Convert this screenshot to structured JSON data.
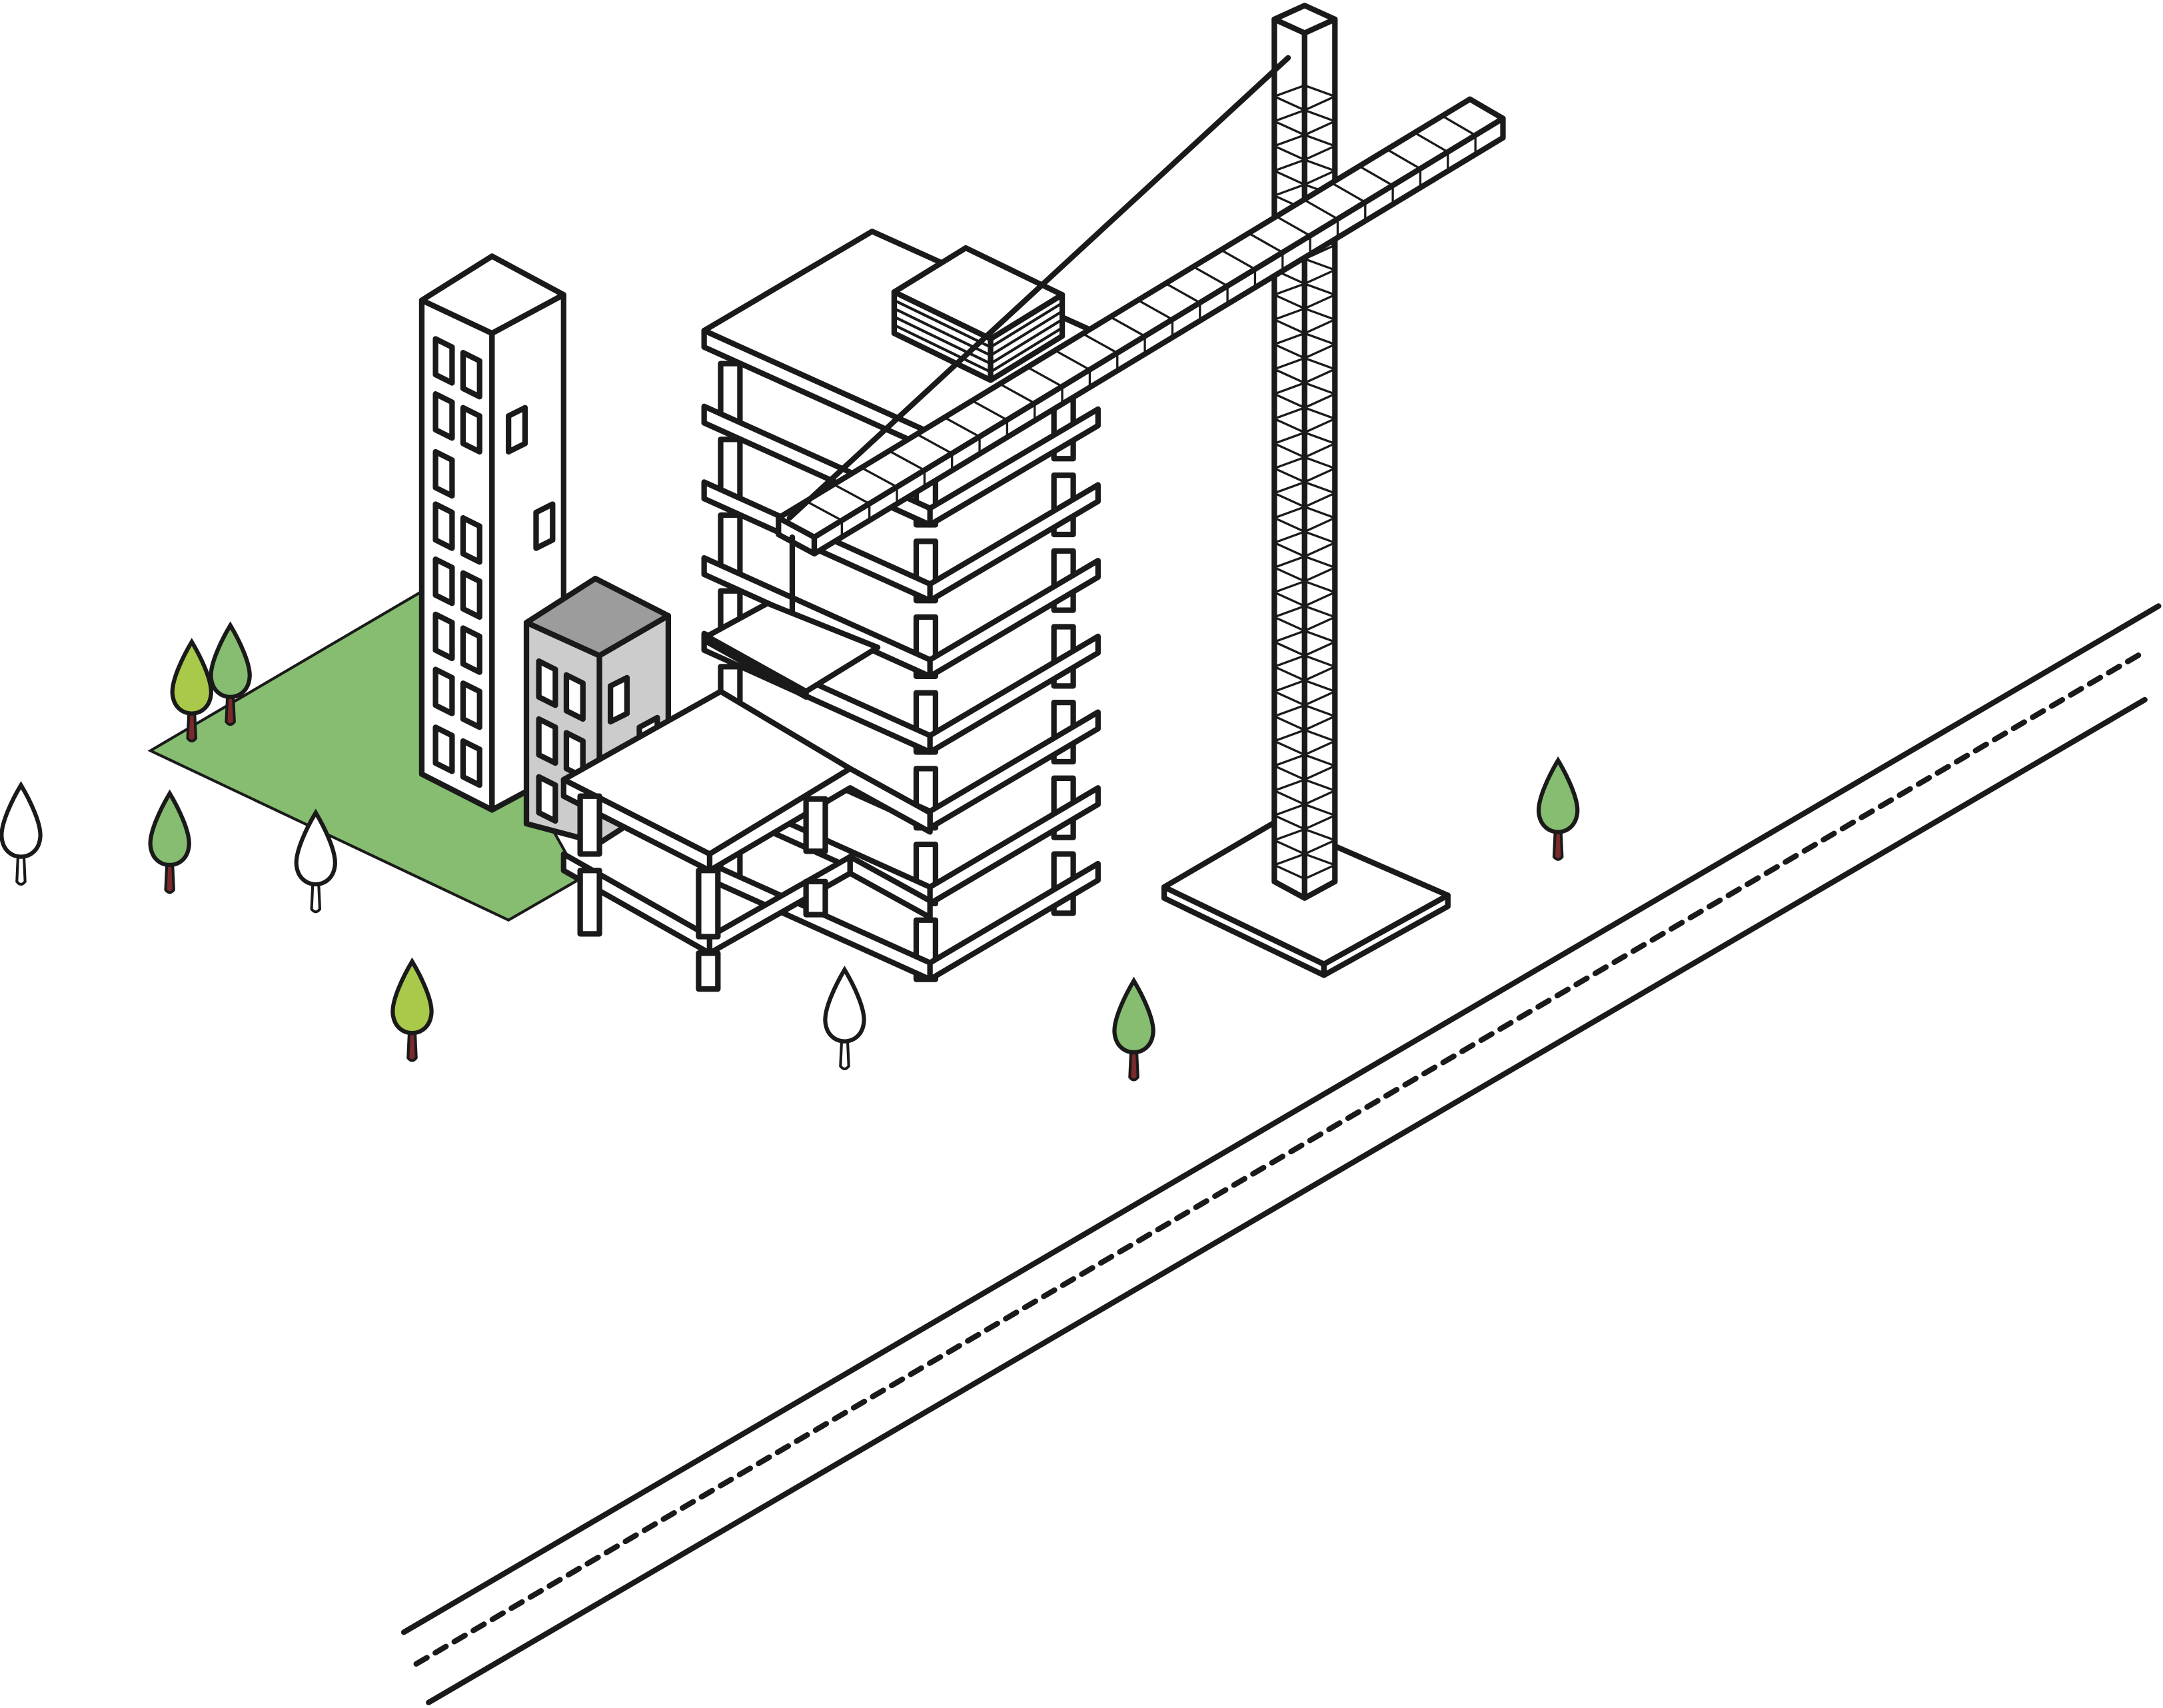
{
  "colors": {
    "line": "#1a1a1a",
    "background": "#ffffff",
    "lawn": "#86bd70",
    "tree_green": "#86bd70",
    "tree_lime": "#a9c94a",
    "tree_white": "#ffffff",
    "trunk": "#7a2a2a",
    "small_building_roof": "#9c9c9c",
    "small_building_wall": "#cccccc"
  },
  "icons": [
    "tree-icon",
    "crane-icon",
    "building-icon",
    "road-icon"
  ],
  "trees": [
    {
      "color": "lime"
    },
    {
      "color": "green"
    },
    {
      "color": "white"
    },
    {
      "color": "green"
    },
    {
      "color": "white"
    },
    {
      "color": "lime"
    },
    {
      "color": "white"
    },
    {
      "color": "green"
    },
    {
      "color": "green"
    }
  ]
}
